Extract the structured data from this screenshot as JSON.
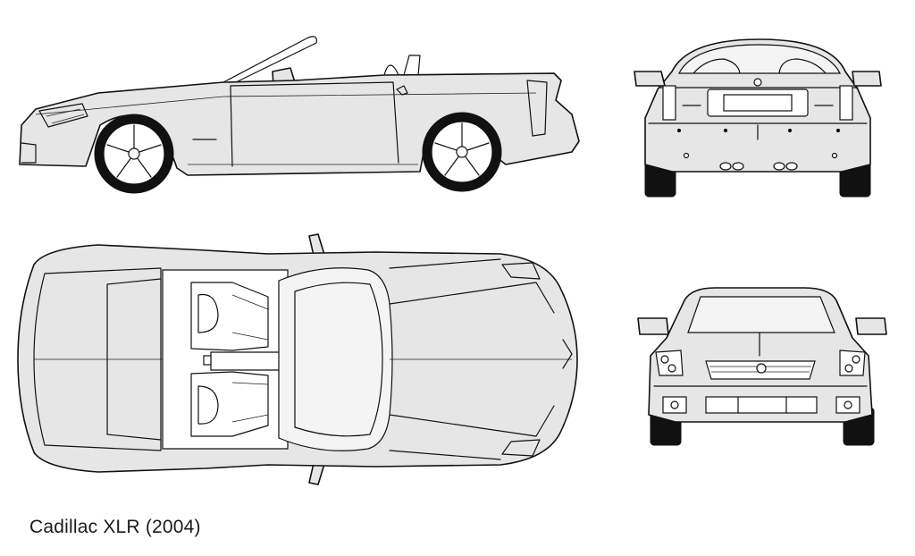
{
  "caption": "Cadillac XLR (2004)",
  "colors": {
    "body": "#e6e6e6",
    "outline": "#111111",
    "tyre": "#111111",
    "background": "#ffffff"
  },
  "views": [
    "side",
    "rear",
    "top",
    "front"
  ]
}
